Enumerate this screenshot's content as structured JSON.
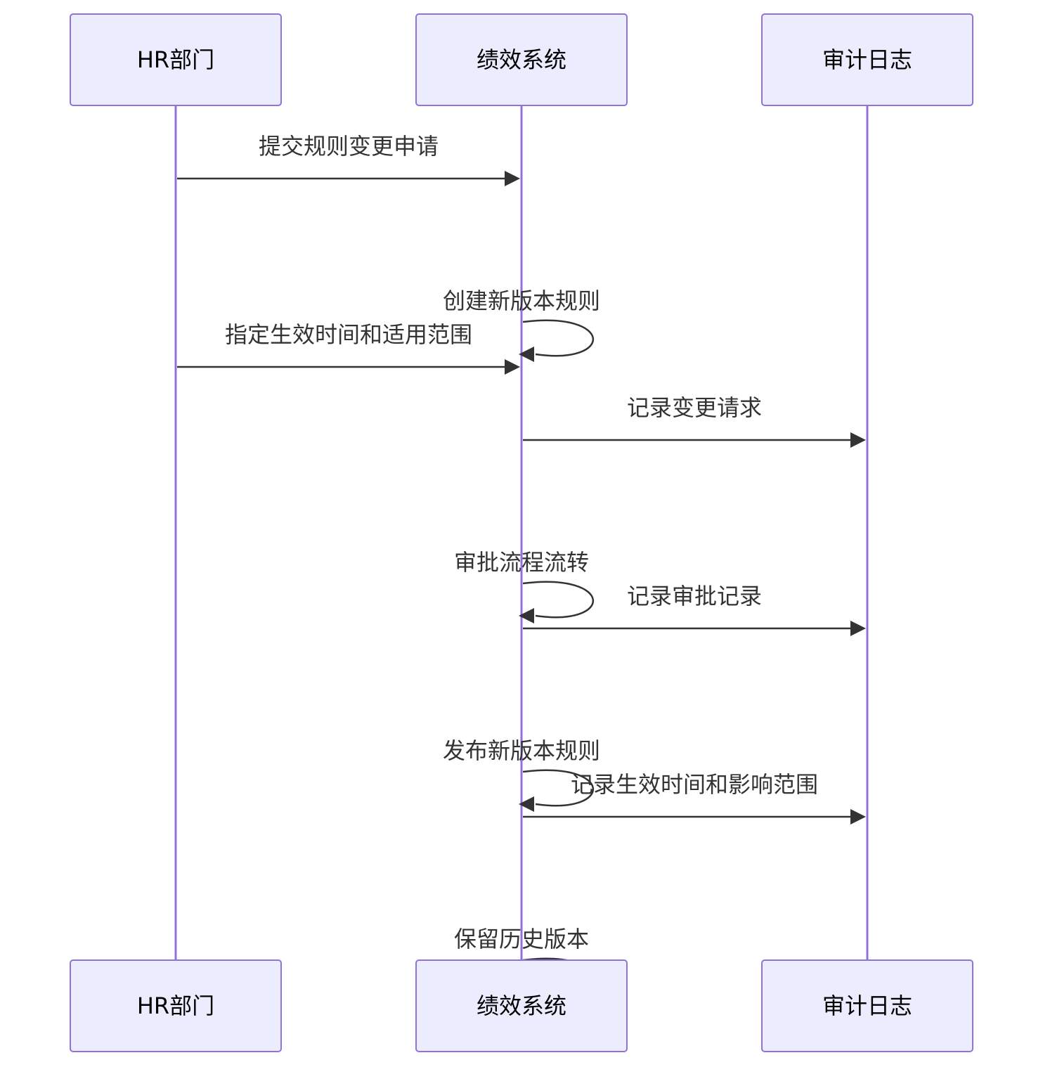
{
  "diagram": {
    "type": "sequence",
    "participants": [
      {
        "id": "hr",
        "label": "HR部门"
      },
      {
        "id": "sys",
        "label": "绩效系统"
      },
      {
        "id": "audit",
        "label": "审计日志"
      }
    ],
    "messages": [
      {
        "from": "hr",
        "to": "sys",
        "label": "提交规则变更申请"
      },
      {
        "from": "sys",
        "to": "sys",
        "label": "创建新版本规则"
      },
      {
        "from": "hr",
        "to": "sys",
        "label": "指定生效时间和适用范围"
      },
      {
        "from": "sys",
        "to": "audit",
        "label": "记录变更请求"
      },
      {
        "from": "sys",
        "to": "sys",
        "label": "审批流程流转"
      },
      {
        "from": "sys",
        "to": "audit",
        "label": "记录审批记录"
      },
      {
        "from": "sys",
        "to": "sys",
        "label": "发布新版本规则"
      },
      {
        "from": "sys",
        "to": "audit",
        "label": "记录生效时间和影响范围"
      },
      {
        "from": "sys",
        "to": "sys",
        "label": "保留历史版本"
      }
    ],
    "colors": {
      "actor_fill": "#ececff",
      "actor_stroke": "#9370db",
      "lifeline": "#9370db",
      "message_line": "#333333",
      "message_text": "#333333",
      "actor_text": "#000000"
    }
  }
}
